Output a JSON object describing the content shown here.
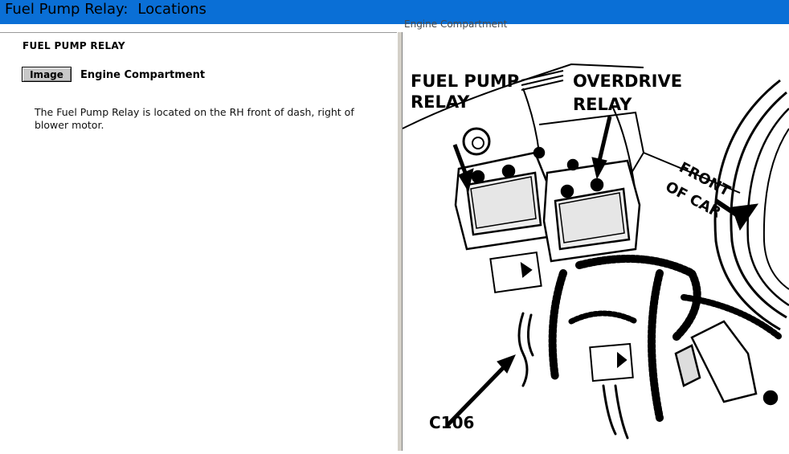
{
  "window": {
    "title_part1": "Fuel Pump Relay:",
    "title_part2": "Locations"
  },
  "left": {
    "heading": "FUEL PUMP RELAY",
    "image_button": "Image",
    "image_caption": "Engine Compartment",
    "description": "The Fuel Pump Relay is located on the RH front of dash, right of blower motor."
  },
  "right": {
    "caption": "Engine Compartment",
    "diagram": {
      "label_fuel_pump_1": "FUEL PUMP",
      "label_fuel_pump_2": "RELAY",
      "label_overdrive_1": "OVERDRIVE",
      "label_overdrive_2": "RELAY",
      "label_front_1": "FRONT",
      "label_front_2": "OF CAR",
      "label_connector": "C106"
    }
  }
}
